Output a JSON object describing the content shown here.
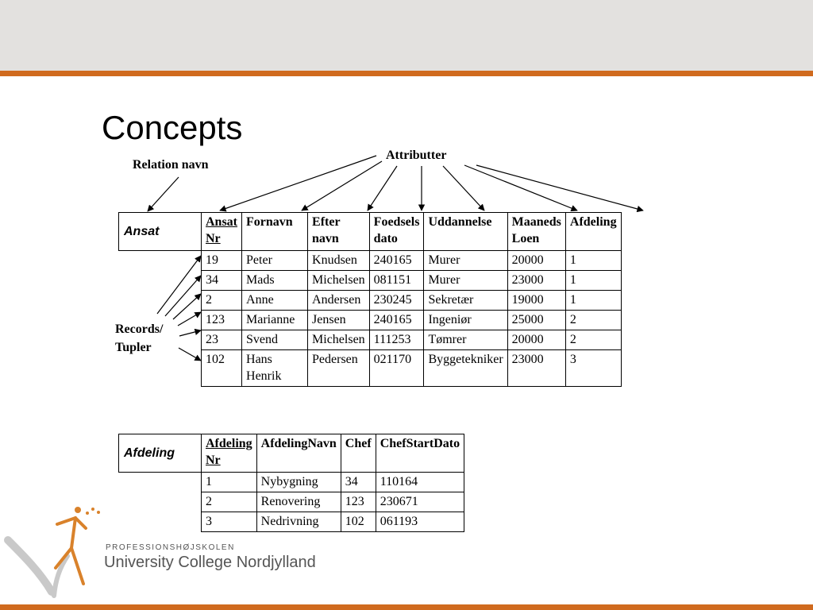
{
  "slide": {
    "title": "Concepts",
    "labels": {
      "attributes": "Attributter",
      "relation_name": "Relation navn",
      "records": "Records/",
      "records2": "Tupler"
    }
  },
  "ansat": {
    "name": "Ansat",
    "headers": [
      "Ansat Nr",
      "Fornavn",
      "Efter navn",
      "Foedsels dato",
      "Uddannelse",
      "Maaneds Loen",
      "Afdeling"
    ],
    "header_lines": [
      [
        "Ansat",
        "Nr"
      ],
      [
        "Fornavn"
      ],
      [
        "Efter",
        "navn"
      ],
      [
        "Foedsels",
        "dato"
      ],
      [
        "Uddannelse"
      ],
      [
        "Maaneds",
        "Loen"
      ],
      [
        "Afdeling"
      ]
    ],
    "rows": [
      [
        "19",
        "Peter",
        "Knudsen",
        "240165",
        "Murer",
        "20000",
        "1"
      ],
      [
        "34",
        "Mads",
        "Michelsen",
        "081151",
        "Murer",
        "23000",
        "1"
      ],
      [
        "2",
        "Anne",
        "Andersen",
        "230245",
        "Sekretær",
        "19000",
        "1"
      ],
      [
        "123",
        "Marianne",
        "Jensen",
        "240165",
        "Ingeniør",
        "25000",
        "2"
      ],
      [
        "23",
        "Svend",
        "Michelsen",
        "111253",
        "Tømrer",
        "20000",
        "2"
      ],
      [
        "102",
        "Hans Henrik",
        "Pedersen",
        "021170",
        "Byggetekniker",
        "23000",
        "3"
      ]
    ]
  },
  "afdeling": {
    "name": "Afdeling",
    "headers": [
      "Afdeling Nr",
      "AfdelingNavn",
      "Chef",
      "ChefStartDato"
    ],
    "header_lines": [
      [
        "Afdeling",
        "Nr"
      ],
      [
        "AfdelingNavn"
      ],
      [
        "Chef"
      ],
      [
        "ChefStartDato"
      ]
    ],
    "rows": [
      [
        "1",
        "Nybygning",
        "34",
        "110164"
      ],
      [
        "2",
        "Renovering",
        "123",
        "230671"
      ],
      [
        "3",
        "Nedrivning",
        "102",
        "061193"
      ]
    ]
  },
  "logo": {
    "line1": "PROFESSIONSHØJSKOLEN",
    "line2": "University College Nordjylland"
  },
  "colors": {
    "accent": "#d06a1e",
    "band": "#e3e1df"
  }
}
